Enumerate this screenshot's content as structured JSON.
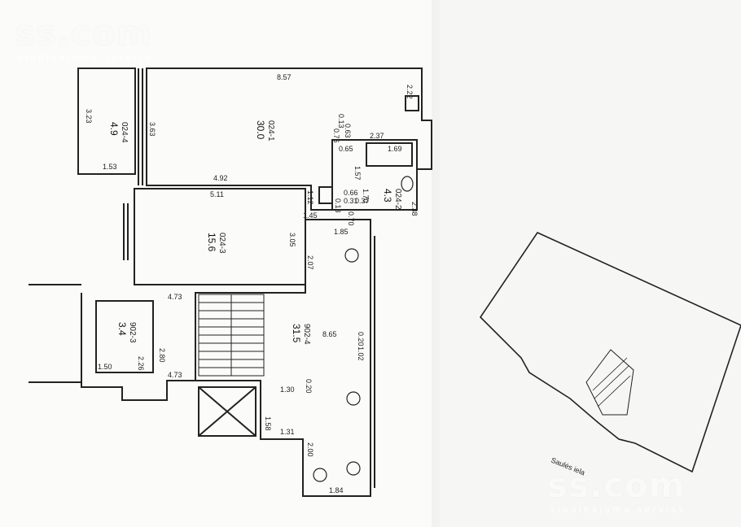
{
  "watermark": {
    "logo": "ss.com",
    "tagline": "sludinājumu serviss"
  },
  "rooms": [
    {
      "id": "024-1",
      "area": "30.0"
    },
    {
      "id": "024-2",
      "area": "4.3"
    },
    {
      "id": "024-3",
      "area": "15.6"
    },
    {
      "id": "024-4",
      "area": "4.9"
    },
    {
      "id": "902-3",
      "area": "3.4"
    },
    {
      "id": "902-4",
      "area": "31.5"
    }
  ],
  "dimensions": {
    "d857": "8.57",
    "d222": "2.22",
    "d363": "3.63",
    "d323": "3.23",
    "d153": "1.53",
    "d013": "0.13",
    "d063": "0.63",
    "d076": "0.76",
    "d237": "2.37",
    "d065": "0.65",
    "d169": "1.69",
    "d157": "1.57",
    "d492": "4.92",
    "d511": "5.11",
    "d112": "1.12",
    "d066": "0.66",
    "d013b": "0.13",
    "d031": "0.31",
    "d037": "0.37",
    "d170": "1.70",
    "d070": "0.70",
    "d238": "2.38",
    "d145": "1.45",
    "d185": "1.85",
    "d305": "3.05",
    "d207": "2.07",
    "d473": "4.73",
    "d865": "8.65",
    "d020": "0.20",
    "d102": "1.02",
    "d280": "2.80",
    "d226": "2.26",
    "d150": "1.50",
    "d473b": "4.73",
    "d130": "1.30",
    "d020b": "0.20",
    "d158": "1.58",
    "d131": "1.31",
    "d200": "2.00",
    "d184": "1.84"
  },
  "site_plan": {
    "street": "Saulės iela"
  }
}
